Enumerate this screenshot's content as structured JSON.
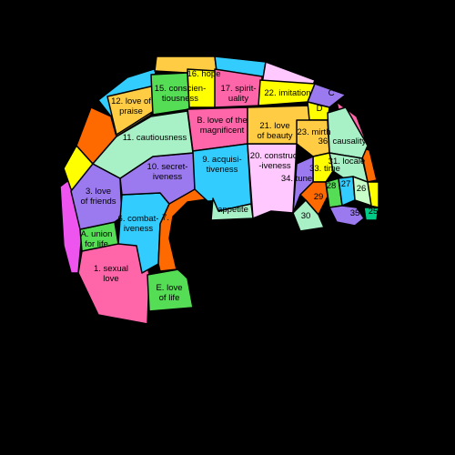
{
  "regions": [
    {
      "id": "r1",
      "lines": [
        "1. sexual",
        "love"
      ]
    },
    {
      "id": "rA",
      "lines": [
        "A. union",
        "for life"
      ]
    },
    {
      "id": "r3",
      "lines": [
        "3. love",
        "of friends"
      ]
    },
    {
      "id": "r6",
      "lines": [
        "6. combat-",
        "iveness"
      ]
    },
    {
      "id": "r7",
      "lines": [
        "7."
      ]
    },
    {
      "id": "rE",
      "lines": [
        "E. love",
        "of life"
      ]
    },
    {
      "id": "r10",
      "lines": [
        "10. secret-",
        "iveness"
      ]
    },
    {
      "id": "r11",
      "lines": [
        "11. cautiousness"
      ]
    },
    {
      "id": "r12",
      "lines": [
        "12. love of",
        "praise"
      ]
    },
    {
      "id": "r15",
      "lines": [
        "15. conscien-",
        "tiousness"
      ]
    },
    {
      "id": "r16",
      "lines": [
        "16. hope"
      ]
    },
    {
      "id": "r17",
      "lines": [
        "17. spirit-",
        "uality"
      ]
    },
    {
      "id": "rB",
      "lines": [
        "B. love of the",
        "magnificent"
      ]
    },
    {
      "id": "r9",
      "lines": [
        "9. acquisi-",
        "tiveness"
      ]
    },
    {
      "id": "rApp",
      "lines": [
        "appetite"
      ]
    },
    {
      "id": "r20",
      "lines": [
        "20. construct",
        "-iveness"
      ]
    },
    {
      "id": "r21",
      "lines": [
        "21. love",
        "of beauty"
      ]
    },
    {
      "id": "r22",
      "lines": [
        "22. imitation"
      ]
    },
    {
      "id": "rC",
      "lines": [
        "C"
      ]
    },
    {
      "id": "rD",
      "lines": [
        "D"
      ]
    },
    {
      "id": "r23",
      "lines": [
        "23. mirth"
      ]
    },
    {
      "id": "r36",
      "lines": [
        "36. causality"
      ]
    },
    {
      "id": "r31",
      "lines": [
        "31. locale"
      ]
    },
    {
      "id": "r33",
      "lines": [
        "33. time"
      ]
    },
    {
      "id": "r34",
      "lines": [
        "34. tune"
      ]
    },
    {
      "id": "r29",
      "lines": [
        "29"
      ]
    },
    {
      "id": "r28",
      "lines": [
        "28"
      ]
    },
    {
      "id": "r27",
      "lines": [
        "27"
      ]
    },
    {
      "id": "r26",
      "lines": [
        "26"
      ]
    },
    {
      "id": "r30",
      "lines": [
        "30"
      ]
    },
    {
      "id": "r35",
      "lines": [
        "35"
      ]
    },
    {
      "id": "r25",
      "lines": [
        "25"
      ]
    }
  ],
  "colors": {
    "pink": "#ff66aa",
    "green": "#55dd55",
    "purple": "#9b79ee",
    "cyan": "#33ccff",
    "orange": "#ff6a00",
    "mint": "#a8f0c6",
    "yellow": "#ffff00",
    "light_orange": "#ffcc44",
    "lavender": "#ffc8ff",
    "magenta": "#ee55ee",
    "light_green": "#c8ffc8",
    "teal": "#00cc88"
  }
}
